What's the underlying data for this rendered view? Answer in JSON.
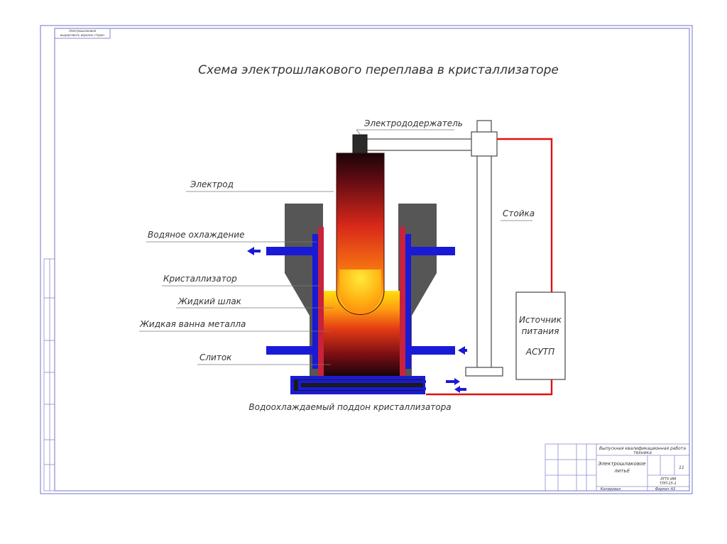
{
  "title": "Схема электрошлакового переплава в кристаллизаторе",
  "corner_stamp": [
    "Электрошлаковая",
    "выдергивать верхних сторон"
  ],
  "labels": {
    "electrode_holder": "Электрододержатель",
    "electrode": "Электрод",
    "water_cooling": "Водяное охлаждение",
    "mold": "Кристаллизатор",
    "liquid_slag": "Жидкий шлак",
    "metal_bath": "Жидкая ванна металла",
    "ingot": "Слиток",
    "stand": "Стойка",
    "bottom_plate": "Водоохлаждаемый поддон кристаллизатора"
  },
  "power_source": [
    "Источник",
    "питания",
    "АСУТП"
  ],
  "title_block": {
    "header": [
      "Выпускная квалификационная работа",
      "техника"
    ],
    "name": [
      "Электрошлаковое",
      "литьё"
    ],
    "sheet": "11",
    "org": [
      "ЛГТУ ИМ",
      "ТЛП-15-1"
    ],
    "bottom_left": "Копировал",
    "bottom_right": "Формат А3"
  },
  "colors": {
    "frame": "#8a8ad0",
    "water": "#1a1ad6",
    "wire": "#e01010",
    "mold_wall": "#555555"
  }
}
